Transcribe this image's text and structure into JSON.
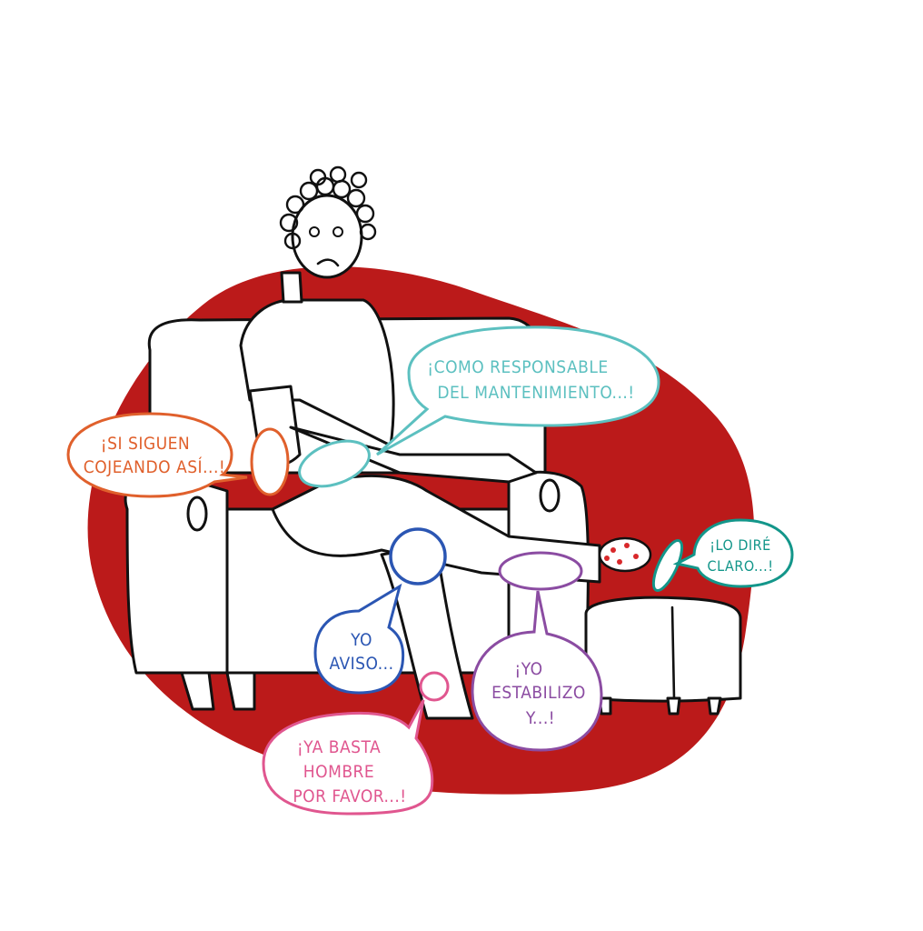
{
  "illustration": {
    "colors": {
      "background_blob": "#bb1a1a",
      "orange": "#e0602c",
      "teal": "#5cc0c0",
      "dark_teal": "#13968a",
      "blue": "#2b56b3",
      "purple": "#8b4ca2",
      "pink": "#e0568f",
      "ice_bag_red": "#d8282a"
    },
    "bubbles": {
      "orange": [
        "¡SI SIGUEN",
        "COJEANDO ASÍ...!"
      ],
      "teal": [
        "¡COMO RESPONSABLE",
        "DEL MANTENIMIENTO...!"
      ],
      "dark_teal": [
        "¡LO DIRÉ",
        "CLARO...!"
      ],
      "blue": [
        "YO",
        "AVISO..."
      ],
      "purple": [
        "¡YO",
        "ESTABILIZO",
        "Y...!"
      ],
      "pink": [
        "¡YA BASTA",
        "HOMBRE",
        "POR FAVOR...!"
      ]
    }
  }
}
